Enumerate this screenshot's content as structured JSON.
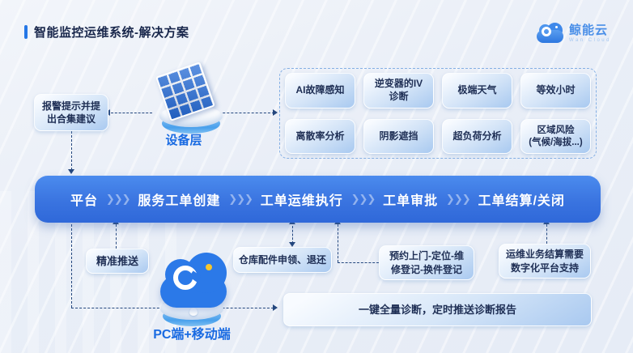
{
  "header": {
    "title": "智能监控运维系统-解决方案",
    "logo": {
      "name": "鲸能云",
      "subtitle": "Wan Cloud",
      "icon": "cloud-icon"
    }
  },
  "device_layer": {
    "label": "设备层",
    "icon": "solar-panel-icon",
    "alert_tip": "报警提示并提\n出合集建议"
  },
  "capabilities": [
    "AI故障感知",
    "逆变器的IV\n诊断",
    "极端天气",
    "等效小时",
    "离散率分析",
    "阴影遮挡",
    "超负荷分析",
    "区域风险\n(气候/海拔...)"
  ],
  "pipeline": {
    "stages": [
      "平台",
      "服务工单创建",
      "工单运维执行",
      "工单审批",
      "工单结算/关闭"
    ],
    "separator_icon": "chevrons-right-icon"
  },
  "client_layer": {
    "label": "PC端+移动端",
    "icon": "cloud-icon"
  },
  "notes": {
    "precise_push": "精准推送",
    "warehouse": "仓库配件申领、退还",
    "appointment": "预约上门-定位-维\n修登记-换件登记",
    "settlement": "运维业务结算需要\n数字化平台支持",
    "diagnosis": "一键全量诊断，定时推送诊断报告"
  },
  "colors": {
    "accent": "#2577e6",
    "pipeline_bar": "#3a74e0",
    "label_blue": "#1a6be2",
    "connector": "#24477e"
  }
}
